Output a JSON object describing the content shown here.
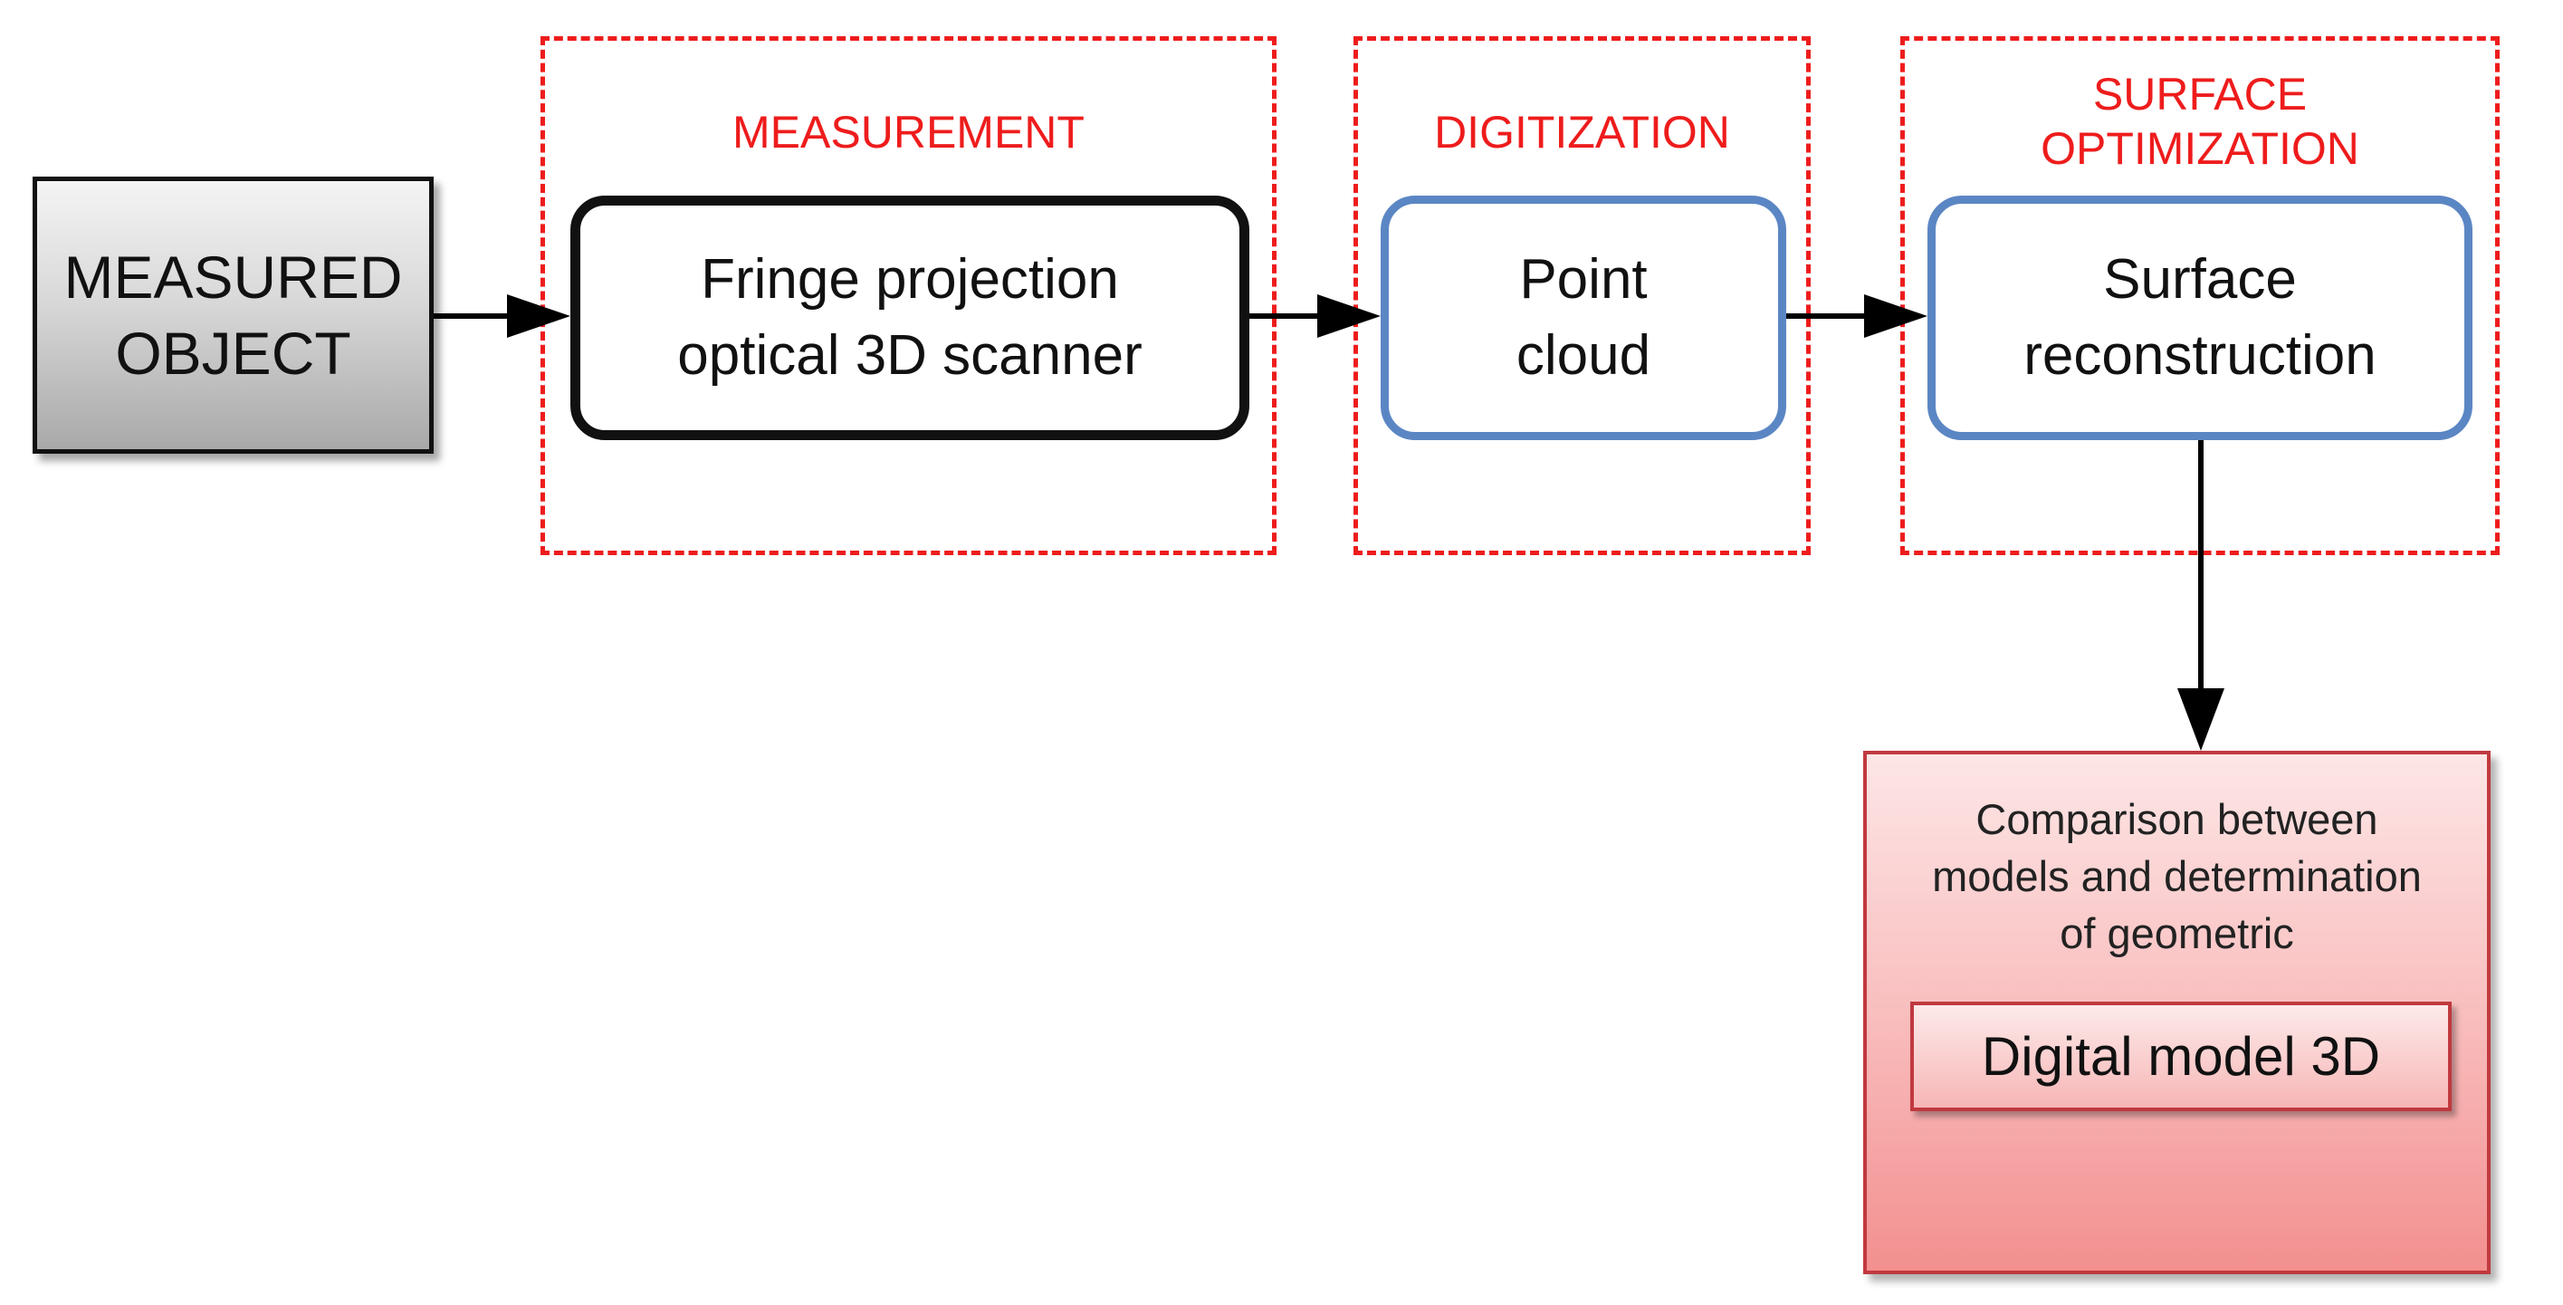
{
  "stages": {
    "measurement": {
      "label": "MEASUREMENT"
    },
    "digitization": {
      "label": "DIGITIZATION"
    },
    "surface_optimization": {
      "label_line1": "SURFACE",
      "label_line2": "OPTIMIZATION"
    }
  },
  "nodes": {
    "measured_object": {
      "line1": "MEASURED",
      "line2": "OBJECT"
    },
    "scanner": {
      "line1": "Fringe projection",
      "line2": "optical 3D scanner"
    },
    "point_cloud": {
      "line1": "Point",
      "line2": "cloud"
    },
    "surface_reconstruction": {
      "line1": "Surface",
      "line2": "reconstruction"
    },
    "comparison": {
      "line1": "Comparison between",
      "line2": "models and determination",
      "line3": "of geometric"
    },
    "digital_model": {
      "label": "Digital model 3D"
    }
  },
  "colors": {
    "stage_frame": "#ee1c1c",
    "process_blue": "#5b86c4",
    "result_border": "#c0393f"
  }
}
